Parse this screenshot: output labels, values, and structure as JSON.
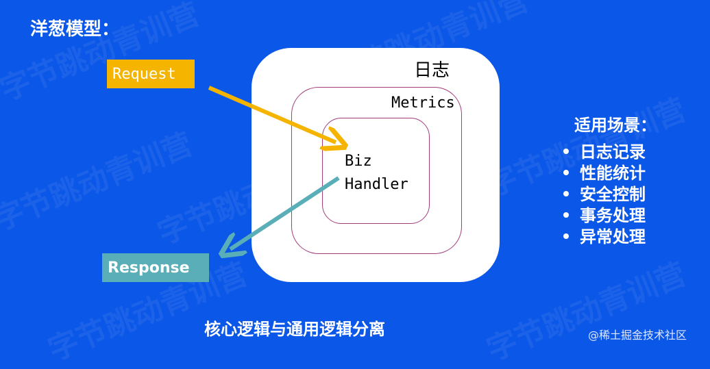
{
  "title": "洋葱模型：",
  "layers": {
    "outer": "日志",
    "middle": "Metrics",
    "inner_line1": "Biz",
    "inner_line2": "Handler"
  },
  "request_label": "Request",
  "response_label": "Response",
  "scenarios": {
    "title": "适用场景：",
    "items": [
      "日志记录",
      "性能统计",
      "安全控制",
      "事务处理",
      "异常处理"
    ]
  },
  "caption": "核心逻辑与通用逻辑分离",
  "source": "@稀土掘金技术社区",
  "watermark": "字节跳动青训营",
  "colors": {
    "background": "#0b57e8",
    "request": "#f5b400",
    "response": "#5aaeb8",
    "layer_border": "#a33b7a"
  }
}
